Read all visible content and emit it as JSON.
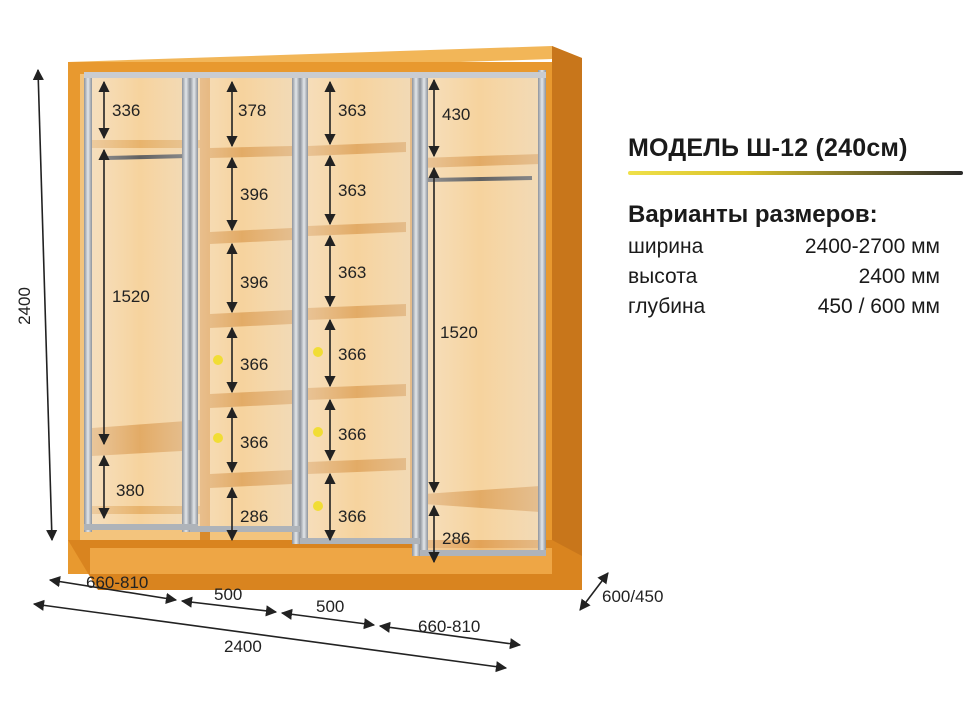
{
  "model_title": "МОДЕЛЬ Ш-12 (240см)",
  "variants_heading": "Варианты размеров:",
  "specs": [
    {
      "label": "ширина",
      "value": "2400-2700 мм"
    },
    {
      "label": "высота",
      "value": "2400 мм"
    },
    {
      "label": "глубина",
      "value": "450 / 600 мм"
    }
  ],
  "dimensions": {
    "total_height": "2400",
    "total_width": "2400",
    "depth": "600/450",
    "width_sections": [
      "660-810",
      "500",
      "500",
      "660-810"
    ],
    "section1": [
      "336",
      "1520",
      "380"
    ],
    "section2": [
      "378",
      "396",
      "396",
      "366",
      "366",
      "286"
    ],
    "section3": [
      "363",
      "363",
      "363",
      "366",
      "366",
      "366"
    ],
    "section4": [
      "430",
      "1520",
      "286"
    ]
  },
  "colors": {
    "wood": "#e8992f",
    "wood_light": "#f2b658",
    "wood_dark": "#c8761b",
    "interior": "#f3c47d",
    "frame_metal": "#b8bcc2",
    "glass": "#e7e8ec",
    "accent_yellow": "#f1dd35"
  }
}
